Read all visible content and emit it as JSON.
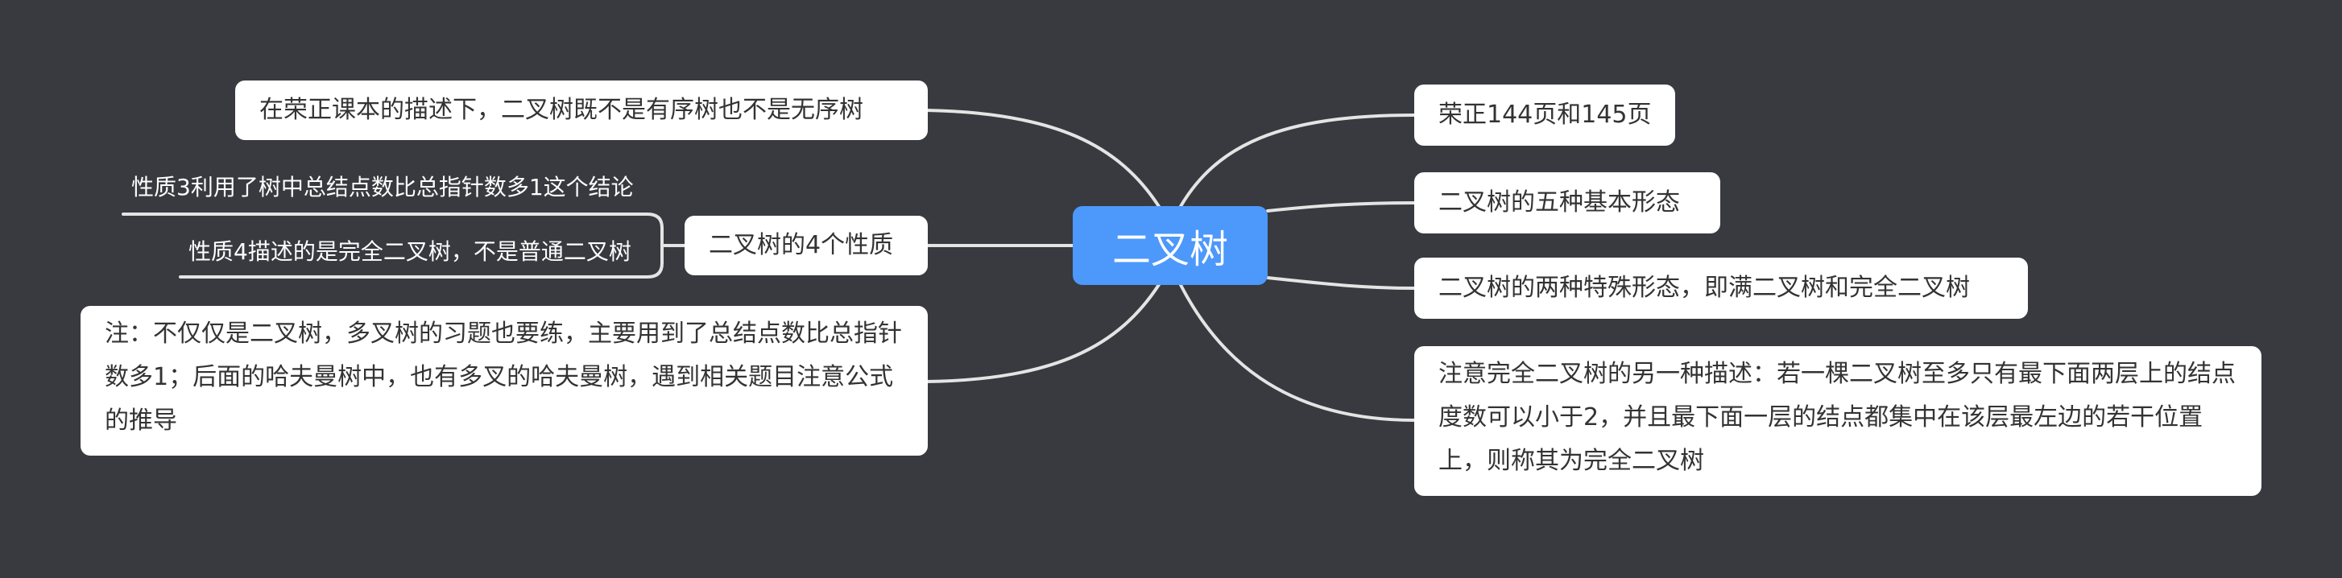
{
  "mindmap": {
    "root": "二叉树",
    "left": {
      "node1": "在荣正课本的描述下，二叉树既不是有序树也不是无序树",
      "properties": {
        "label": "二叉树的4个性质",
        "children": [
          "性质3利用了树中总结点数比总指针数多1这个结论",
          "性质4描述的是完全二叉树，不是普通二叉树"
        ]
      },
      "note": "注：不仅仅是二叉树，多叉树的习题也要练，主要用到了总结点数比总指针数多1；后面的哈夫曼树中，也有多叉的哈夫曼树，遇到相关题目注意公式的推导"
    },
    "right": {
      "r1": "荣正144页和145页",
      "r2": "二叉树的五种基本形态",
      "r3": "二叉树的两种特殊形态，即满二叉树和完全二叉树",
      "r4": "注意完全二叉树的另一种描述：若一棵二叉树至多只有最下面两层上的结点度数可以小于2，并且最下面一层的结点都集中在该层最左边的若干位置上，则称其为完全二叉树"
    }
  },
  "colors": {
    "background": "#383a3f",
    "root_fill": "#4d98fb",
    "node_fill": "#ffffff",
    "connector": "#e8e8e8"
  }
}
